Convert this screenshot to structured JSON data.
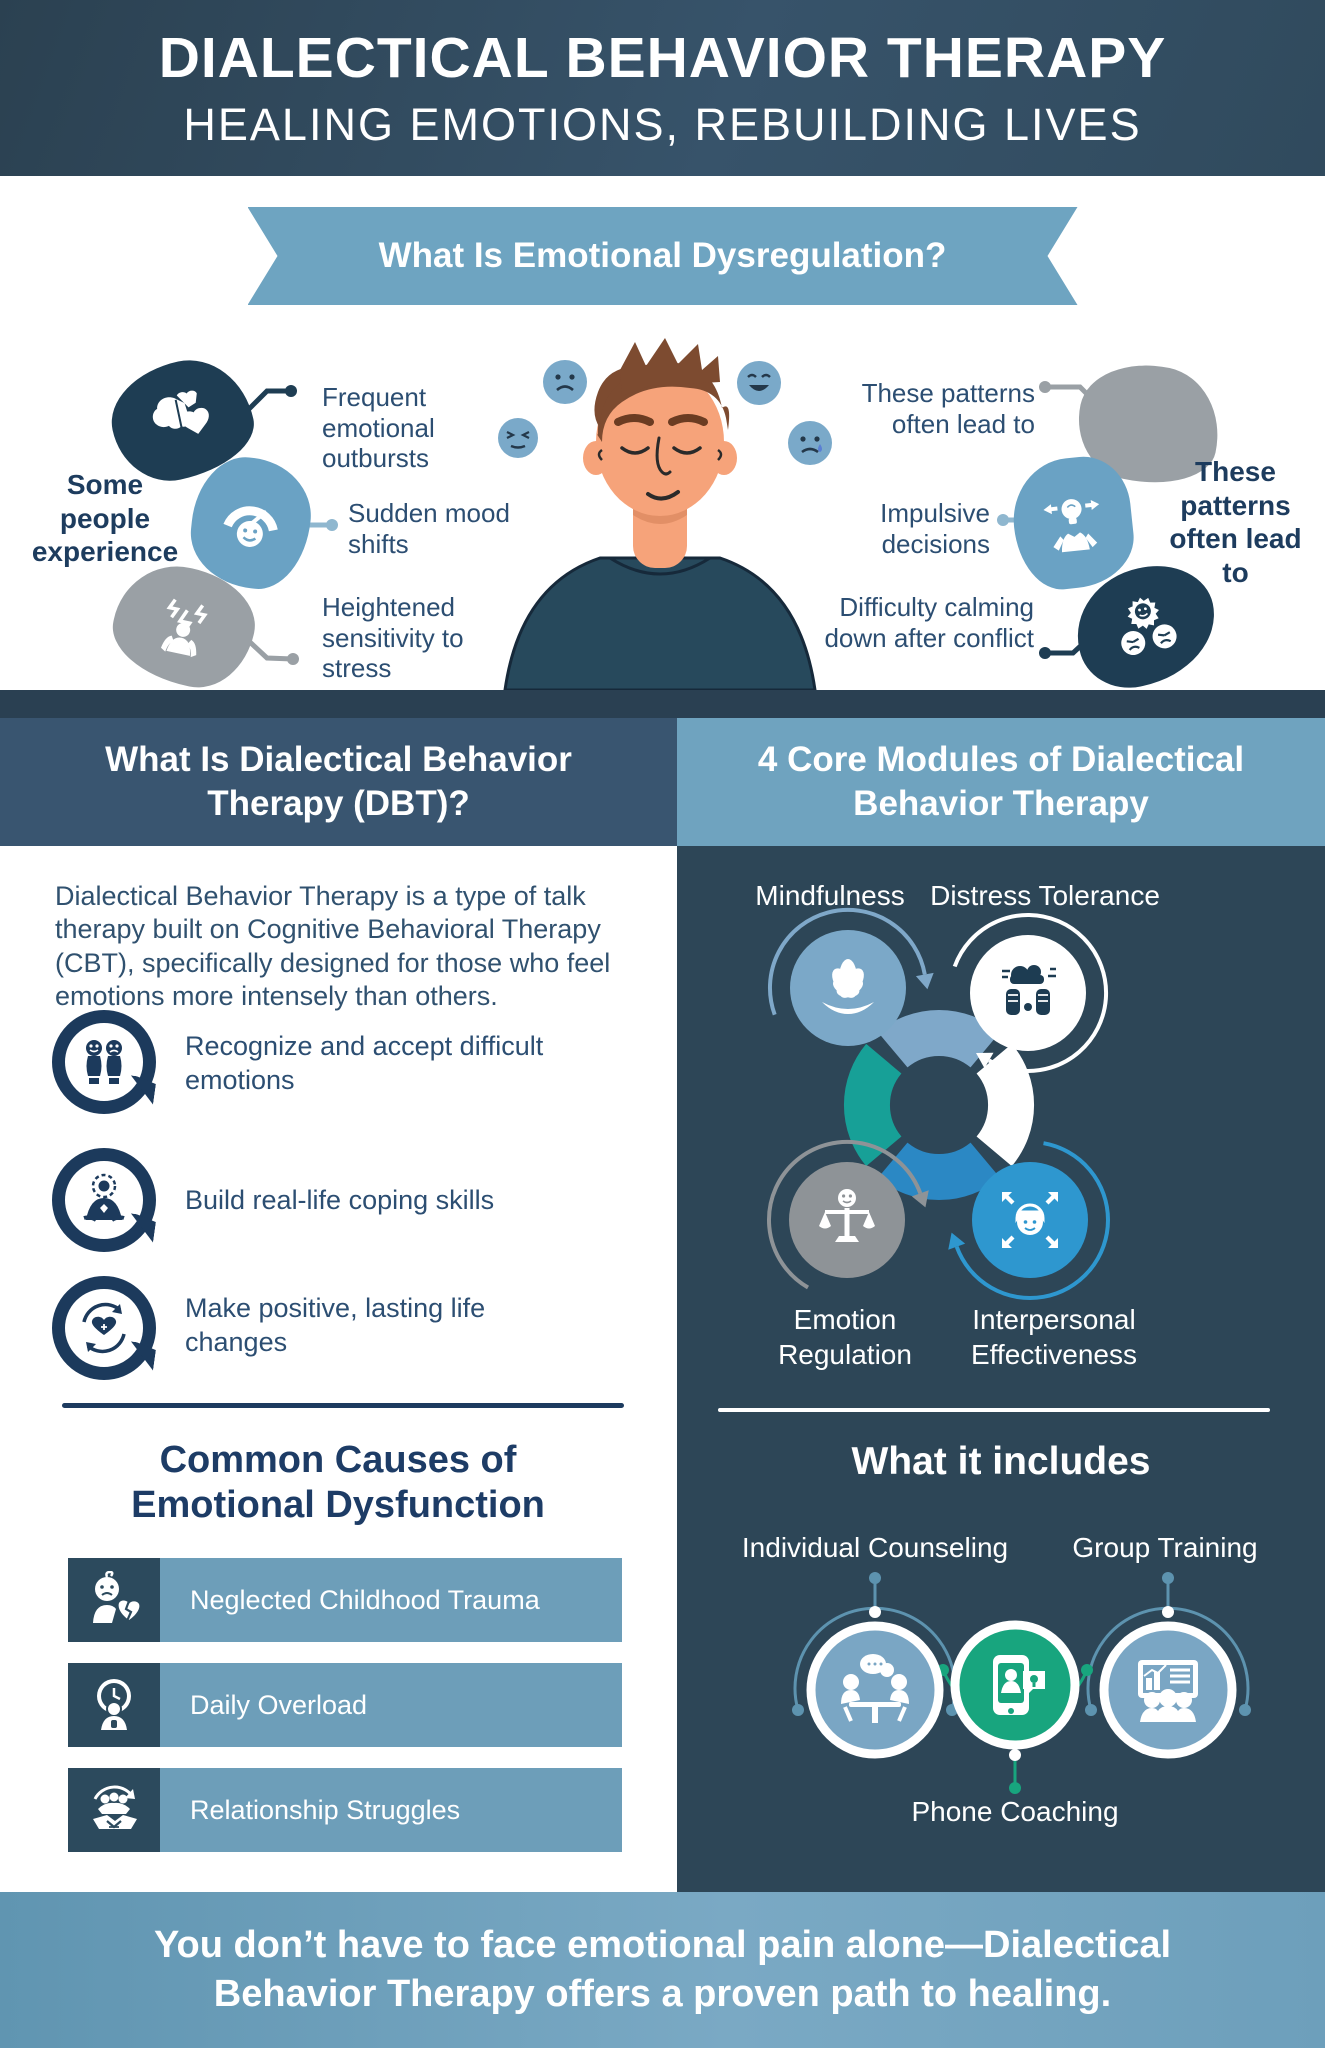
{
  "colors": {
    "header_bg": "#324a5d",
    "banner_bg": "#6ea4c1",
    "navy_blob": "#1e3d53",
    "blue_blob": "#6aa2c4",
    "gray_blob": "#9aa0a5",
    "text_navy": "#2c4e72",
    "bold_navy": "#1d3c5e",
    "left_header_bg": "#395570",
    "right_header_bg": "#6fa3bf",
    "right_panel_bg": "#2d4657",
    "cause_icon_bg": "#2c4a5d",
    "cause_bar_bg": "#6d9eb9",
    "module_blue": "#2e97cf",
    "module_gray": "#8e9397",
    "module_lightblue": "#7ba8c8",
    "teal_arc": "#17a097",
    "blue_arc": "#2b88c4",
    "green": "#18a57e",
    "footer_bg": "#6d9fbb"
  },
  "header": {
    "title": "DIALECTICAL BEHAVIOR THERAPY",
    "subtitle": "HEALING EMOTIONS, REBUILDING LIVES"
  },
  "dysregulation": {
    "banner": "What Is Emotional Dysregulation?",
    "left_label": "Some people experience",
    "right_label": "These patterns often lead to",
    "left_items": [
      {
        "text": "Frequent emotional outbursts",
        "icon": "brain-heart-icon"
      },
      {
        "text": "Sudden mood shifts",
        "icon": "mood-gauge-icon"
      },
      {
        "text": "Heightened sensitivity to stress",
        "icon": "stress-person-icon"
      }
    ],
    "right_items": [
      {
        "text": "These patterns often lead to",
        "icon": "plain-blob"
      },
      {
        "text": "Impulsive decisions",
        "icon": "impulsive-idea-icon"
      },
      {
        "text": "Difficulty calming down after conflict",
        "icon": "conflict-faces-icon"
      }
    ]
  },
  "dbt": {
    "heading": "What Is Dialectical Behavior Therapy (DBT)?",
    "paragraph": "Dialectical Behavior Therapy is a type of talk therapy built on Cognitive Behavioral Therapy (CBT), specifically designed for those who feel emotions more intensely than others.",
    "points": [
      {
        "text": "Recognize and accept difficult emotions",
        "icon": "accept-emotions-icon"
      },
      {
        "text": "Build real-life coping skills",
        "icon": "coping-skills-icon"
      },
      {
        "text": "Make positive, lasting life changes",
        "icon": "life-change-icon"
      }
    ]
  },
  "causes": {
    "heading": "Common Causes of Emotional Dysfunction",
    "items": [
      {
        "text": "Neglected Childhood Trauma",
        "icon": "childhood-trauma-icon"
      },
      {
        "text": "Daily Overload",
        "icon": "daily-overload-icon"
      },
      {
        "text": "Relationship Struggles",
        "icon": "relationship-icon"
      }
    ]
  },
  "modules": {
    "heading": "4 Core Modules of Dialectical Behavior Therapy",
    "items": [
      {
        "label": "Mindfulness",
        "icon": "lotus-icon",
        "color": "#7ba8c8"
      },
      {
        "label": "Distress Tolerance",
        "icon": "distress-tolerance-icon",
        "color": "#ffffff"
      },
      {
        "label": "Emotion Regulation",
        "icon": "emotion-balance-icon",
        "color": "#8e9397"
      },
      {
        "label": "Interpersonal Effectiveness",
        "icon": "interpersonal-icon",
        "color": "#2e97cf"
      }
    ]
  },
  "includes": {
    "heading": "What it includes",
    "items": [
      {
        "label": "Individual Counseling",
        "icon": "counseling-icon",
        "color": "#7aa6c4"
      },
      {
        "label": "Phone Coaching",
        "icon": "phone-coaching-icon",
        "color": "#18a57e"
      },
      {
        "label": "Group Training",
        "icon": "group-training-icon",
        "color": "#7aa6c4"
      }
    ]
  },
  "footer": {
    "text": "You don’t have to face emotional pain alone—Dialectical Behavior Therapy offers a proven path to healing."
  }
}
